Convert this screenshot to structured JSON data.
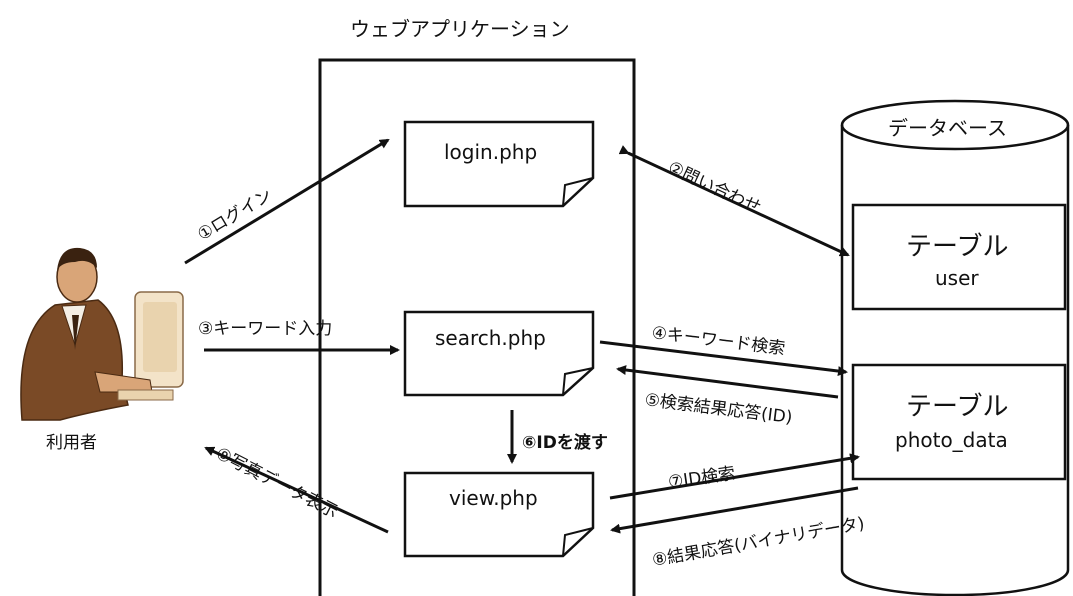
{
  "diagram": {
    "app_title": "ウェブアプリケーション",
    "database_title": "データベース",
    "user_label": "利用者",
    "files": {
      "login": "login.php",
      "search": "search.php",
      "view": "view.php"
    },
    "tables": {
      "user_jp": "テーブル",
      "user_name": "user",
      "photo_jp": "テーブル",
      "photo_name": "photo_data"
    },
    "steps": {
      "s1": "①ログイン",
      "s2": "②問い合わせ",
      "s3": "③キーワード入力",
      "s4": "④キーワード検索",
      "s5": "⑤検索結果応答(ID)",
      "s6": "⑥IDを渡す",
      "s7": "⑦ID検索",
      "s8": "⑧結果応答(バイナリデータ)",
      "s9": "⑨写真データ表示"
    }
  }
}
